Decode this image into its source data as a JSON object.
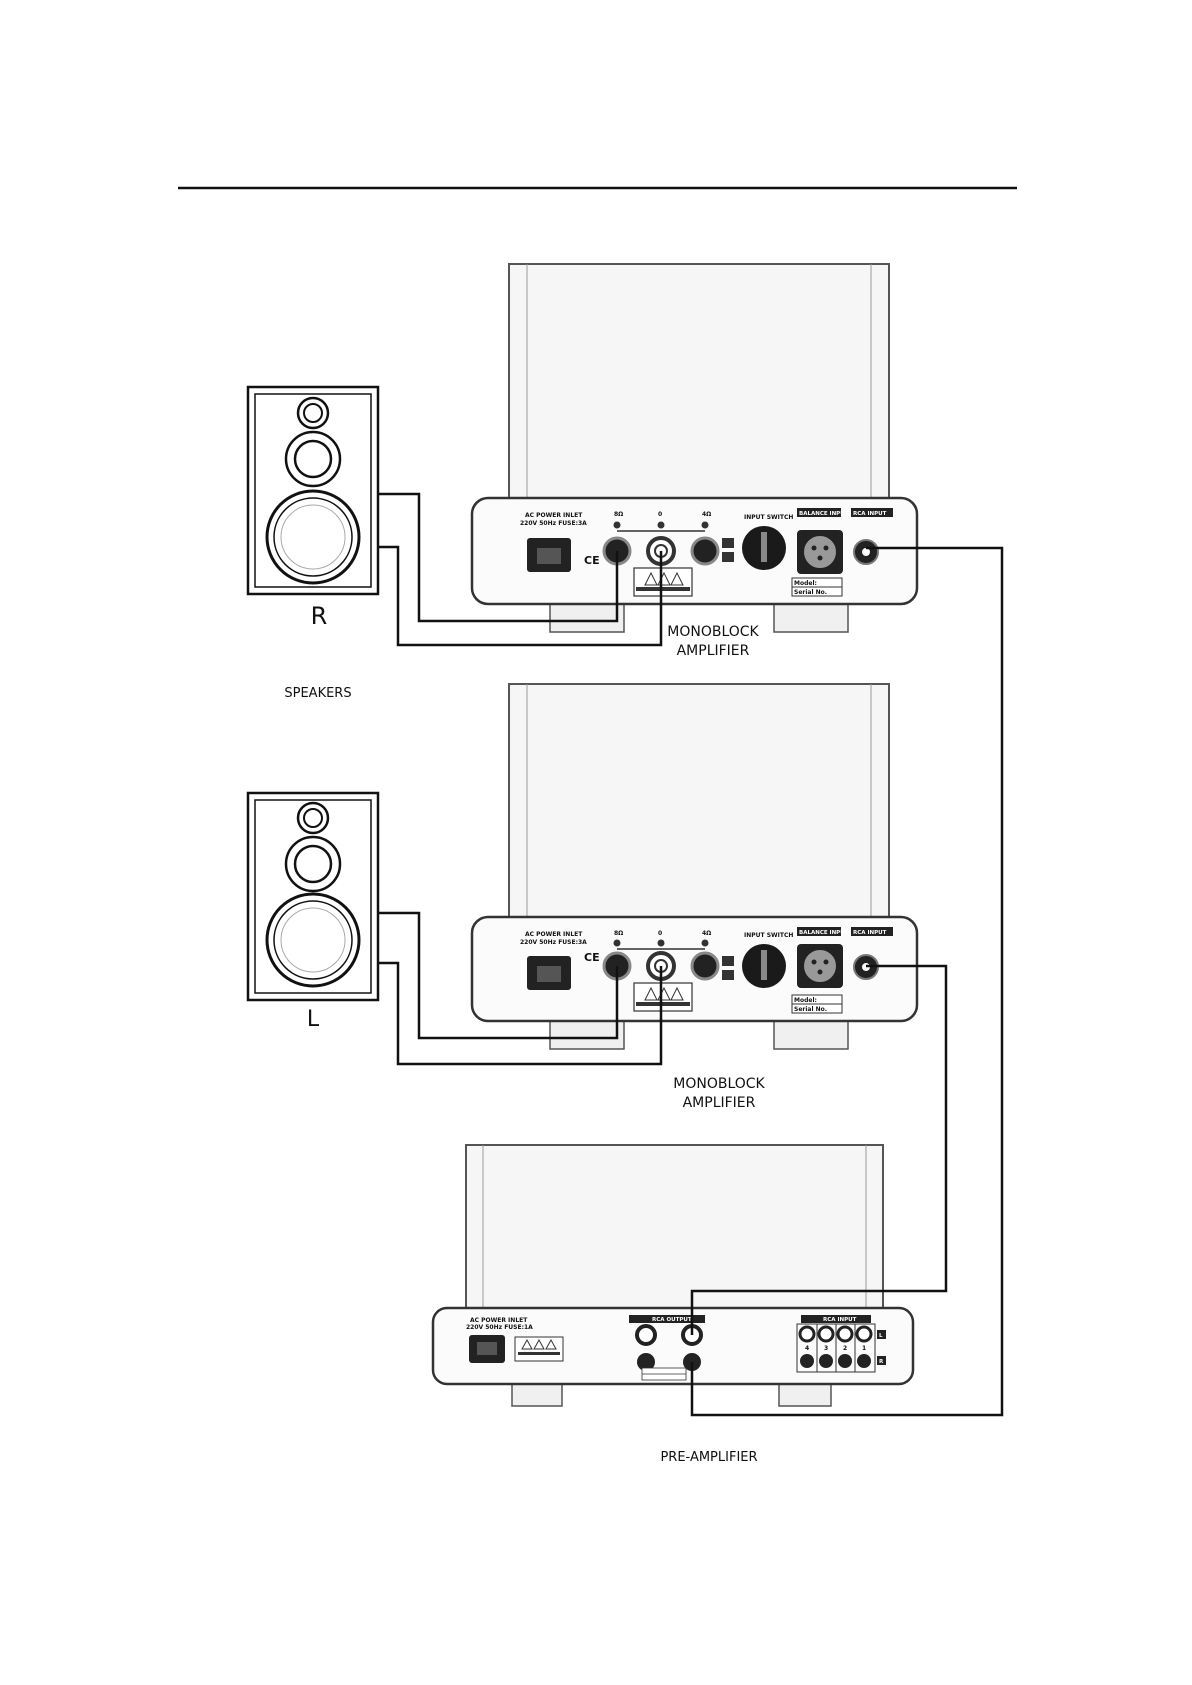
{
  "labels": {
    "speaker_right": "R",
    "speaker_left": "L",
    "speakers": "SPEAKERS",
    "amp_top_line1": "MONOBLOCK",
    "amp_top_line2": "AMPLIFIER",
    "amp_bottom_line1": "MONOBLOCK",
    "amp_bottom_line2": "AMPLIFIER",
    "preamp": "PRE-AMPLIFIER"
  },
  "amp_panel": {
    "ac_inlet_line1": "AC POWER INLET",
    "ac_inlet_line2": "220V 50Hz FUSE:3A",
    "ce_mark": "CE",
    "terminal_8": "8Ω",
    "terminal_0": "0",
    "terminal_4": "4Ω",
    "input_switch": "INPUT SWITCH",
    "balance_input": "BALANCE INPUT",
    "rca_input": "RCA INPUT",
    "model": "Model:",
    "serial": "Serial No."
  },
  "preamp_panel": {
    "ac_inlet_line1": "AC POWER INLET",
    "ac_inlet_line2": "220V 50Hz FUSE:1A",
    "rca_output": "RCA OUTPUT",
    "rca_input": "RCA INPUT",
    "input_numbers": [
      "4",
      "3",
      "2",
      "1"
    ],
    "channel_l": "L",
    "channel_r": "R"
  },
  "colors": {
    "line": "#111111",
    "cabinet_fill": "#f4f4f4",
    "cabinet_stroke": "#555555"
  }
}
